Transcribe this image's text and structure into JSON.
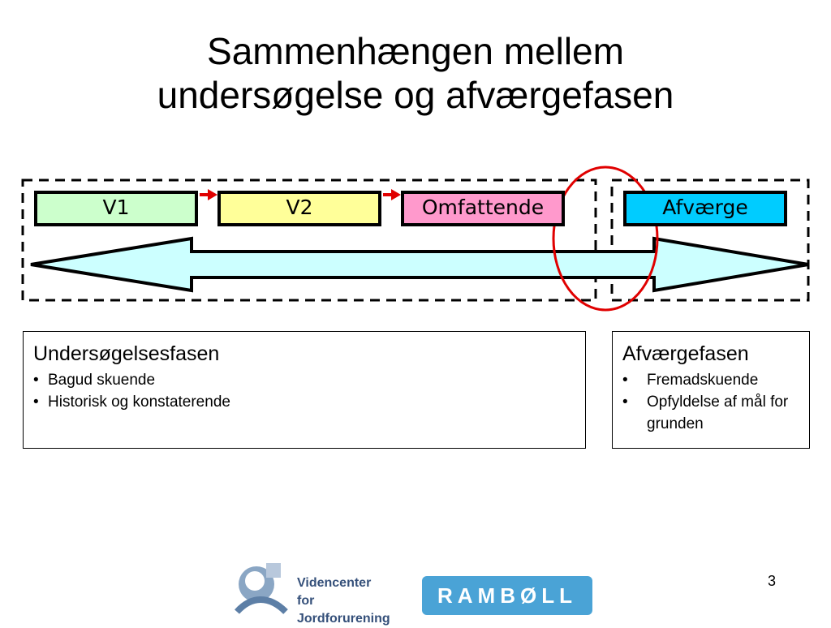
{
  "slide": {
    "title_line1": "Sammenhængen mellem",
    "title_line2": "undersøgelse og afværgefasen",
    "page_number": "3"
  },
  "phases": [
    {
      "label": "V1",
      "color": "#ccffcc"
    },
    {
      "label": "V2",
      "color": "#ffff99"
    },
    {
      "label": "Omfattende",
      "color": "#ff99cc"
    },
    {
      "label": "Afværge",
      "color": "#00ccff"
    }
  ],
  "colors": {
    "arrow_fill": "#ccffff",
    "highlight_ring": "#e00000",
    "connector": "#e00000"
  },
  "panels": {
    "investigation": {
      "title": "Undersøgelsesfasen",
      "items": [
        "Bagud skuende",
        "Historisk og konstaterende"
      ]
    },
    "remediation": {
      "title": "Afværgefasen",
      "items": [
        "Fremadskuende",
        "Opfyldelse af mål for grunden"
      ]
    }
  },
  "logos": {
    "videncenter": {
      "line1": "Videncenter",
      "line2": "for Jordforurening"
    },
    "ramboll": {
      "text": "RAMBØLL"
    }
  }
}
